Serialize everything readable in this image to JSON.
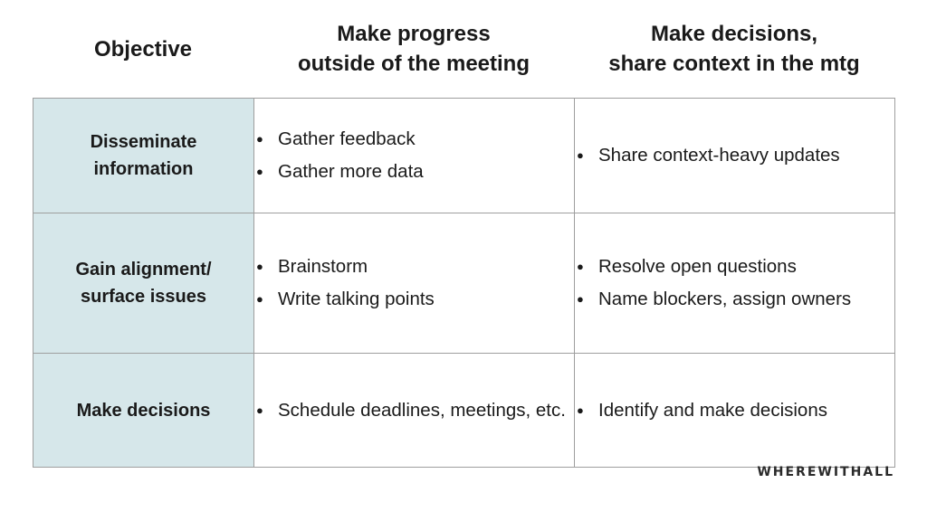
{
  "header": {
    "objective": "Objective",
    "col1_line1": "Make progress",
    "col1_line2": "outside of the meeting",
    "col2_line1": "Make decisions,",
    "col2_line2": "share context in the mtg"
  },
  "rows": [
    {
      "label_line1": "Disseminate",
      "label_line2": "information",
      "col1": [
        "Gather feedback",
        "Gather more data"
      ],
      "col2": [
        "Share context-heavy updates"
      ]
    },
    {
      "label_line1": "Gain alignment/",
      "label_line2": "surface issues",
      "col1": [
        "Brainstorm",
        "Write talking points"
      ],
      "col2": [
        "Resolve open questions",
        "Name blockers, assign owners"
      ]
    },
    {
      "label_line1": "Make decisions",
      "label_line2": "",
      "col1": [
        "Schedule deadlines, meetings, etc."
      ],
      "col2": [
        "Identify and make decisions"
      ]
    }
  ],
  "bullet_glyph": "●",
  "brand": "WHEREWITHALL"
}
